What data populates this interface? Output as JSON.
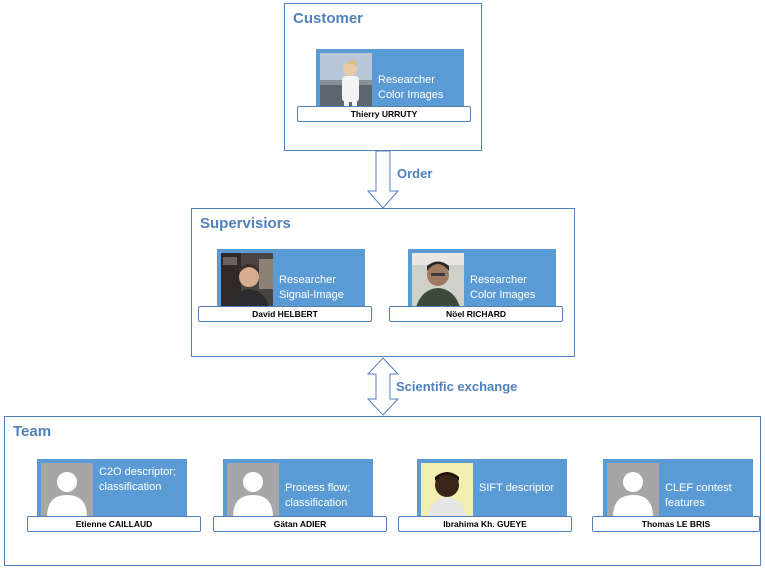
{
  "groups": {
    "customer": {
      "title": "Customer"
    },
    "supervisors": {
      "title": "Supervisiors"
    },
    "team": {
      "title": "Team"
    }
  },
  "arrows": {
    "order": "Order",
    "exchange": "Scientific exchange"
  },
  "people": {
    "customer": [
      {
        "name": "Thierry URRUTY",
        "role": "Researcher Color Images",
        "photo": "photo-man-outdoor"
      }
    ],
    "supervisors": [
      {
        "name": "David HELBERT",
        "role": "Researcher Signal-Image",
        "photo": "photo-man-room"
      },
      {
        "name": "Nöel RICHARD",
        "role": "Researcher Color Images",
        "photo": "photo-man-office"
      }
    ],
    "team": [
      {
        "name": "Etienne CAILLAUD",
        "role": "C2O descriptor; classification",
        "photo": "placeholder-avatar-icon"
      },
      {
        "name": "Gätan ADIER",
        "role": "Process flow; classification",
        "photo": "placeholder-avatar-icon"
      },
      {
        "name": "Ibrahima Kh. GUEYE",
        "role": "SIFT descriptor",
        "photo": "photo-man-portrait"
      },
      {
        "name": "Thomas LE BRIS",
        "role": "CLEF contest features",
        "photo": "placeholder-avatar-icon"
      }
    ]
  },
  "colors": {
    "accent": "#4f81bd",
    "card_fill": "#5b9bd5",
    "placeholder_bg": "#a6a6a6",
    "placeholder_fg": "#ffffff"
  }
}
